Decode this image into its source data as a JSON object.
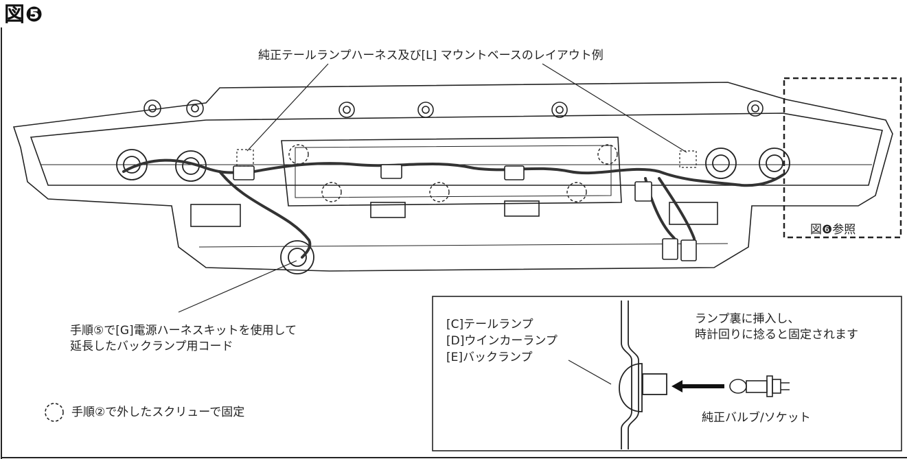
{
  "figure": {
    "title": "図❺"
  },
  "callouts": {
    "harness_layout": "純正テールランプハーネス及び[L] マウントベースのレイアウト例",
    "see_figure6": "図❻参照",
    "back_lamp_cord_line1": "手順⑤で[G]電源ハーネスキットを使用して",
    "back_lamp_cord_line2": "延長したバックランプ用コード",
    "screw_legend": "手順②で外したスクリューで固定"
  },
  "inset": {
    "lamp_c": "[C]テールランプ",
    "lamp_d": "[D]ウインカーランプ",
    "lamp_e": "[E]バックランプ",
    "instruction_line1": "ランプ裏に挿入し、",
    "instruction_line2": "時計回りに捻ると固定されます",
    "bulb_socket": "純正バルブ/ソケット"
  },
  "colors": {
    "line": "#222222",
    "wire": "#333333",
    "background": "#ffffff"
  }
}
